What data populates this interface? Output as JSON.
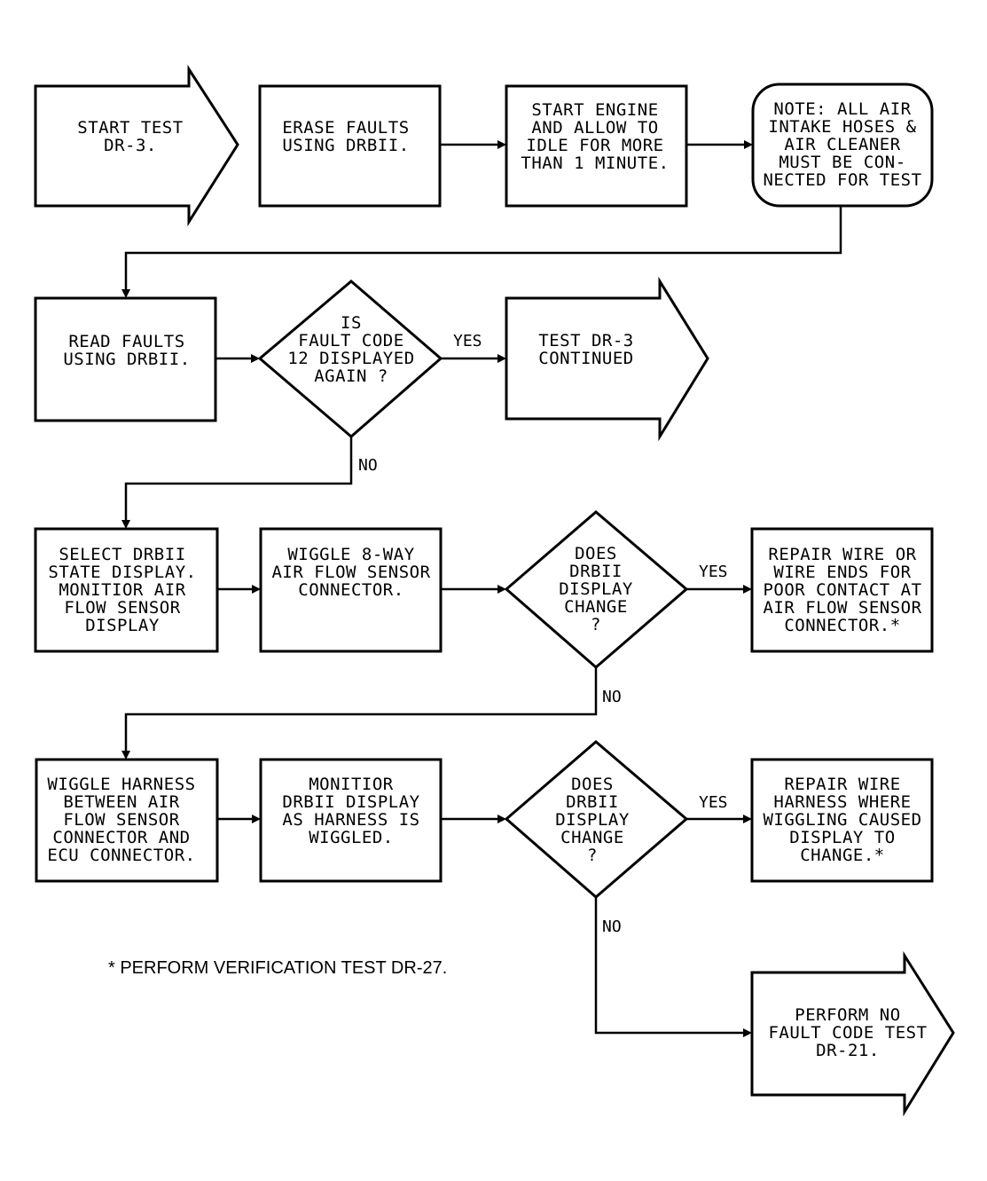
{
  "nodes": {
    "start_test": {
      "lines": [
        "START TEST",
        "DR-3."
      ]
    },
    "erase_faults": {
      "lines": [
        "ERASE FAULTS",
        "USING DRBII."
      ]
    },
    "start_engine": {
      "lines": [
        "START ENGINE",
        "AND ALLOW TO",
        "IDLE FOR MORE",
        "THAN 1 MINUTE."
      ]
    },
    "note_hoses": {
      "lines": [
        "NOTE: ALL AIR",
        "INTAKE HOSES &",
        "AIR CLEANER",
        "MUST BE CON-",
        "NECTED FOR TEST"
      ]
    },
    "read_faults": {
      "lines": [
        "READ FAULTS",
        "USING DRBII."
      ]
    },
    "fault12_decision": {
      "lines": [
        "IS",
        "FAULT CODE",
        "12 DISPLAYED",
        "AGAIN ?"
      ]
    },
    "test_continued": {
      "lines": [
        "TEST DR-3",
        "CONTINUED"
      ]
    },
    "select_state_display": {
      "lines": [
        "SELECT DRBII",
        "STATE DISPLAY.",
        "MONITIOR AIR",
        "FLOW SENSOR",
        "DISPLAY"
      ]
    },
    "wiggle_connector": {
      "lines": [
        "WIGGLE 8-WAY",
        "AIR FLOW SENSOR",
        "CONNECTOR."
      ]
    },
    "display_change_1": {
      "lines": [
        "DOES",
        "DRBII",
        "DISPLAY",
        "CHANGE",
        "?"
      ]
    },
    "repair_wire_ends": {
      "lines": [
        "REPAIR WIRE OR",
        "WIRE ENDS FOR",
        "POOR CONTACT AT",
        "AIR FLOW SENSOR",
        "CONNECTOR.*"
      ]
    },
    "wiggle_harness": {
      "lines": [
        "WIGGLE HARNESS",
        "BETWEEN AIR",
        "FLOW SENSOR",
        "CONNECTOR AND",
        "ECU CONNECTOR."
      ]
    },
    "monitor_display": {
      "lines": [
        "MONITIOR",
        "DRBII DISPLAY",
        "AS HARNESS IS",
        "WIGGLED."
      ]
    },
    "display_change_2": {
      "lines": [
        "DOES",
        "DRBII",
        "DISPLAY",
        "CHANGE",
        "?"
      ]
    },
    "repair_harness": {
      "lines": [
        "REPAIR WIRE",
        "HARNESS WHERE",
        "WIGGLING CAUSED",
        "DISPLAY TO",
        "CHANGE.*"
      ]
    },
    "perform_no_fault": {
      "lines": [
        "PERFORM NO",
        "FAULT CODE TEST",
        "DR-21."
      ]
    }
  },
  "edge_labels": {
    "yes_1": "YES",
    "no_1": "NO",
    "yes_2": "YES",
    "no_2": "NO",
    "yes_3": "YES",
    "no_3": "NO"
  },
  "footnote": "* PERFORM VERIFICATION TEST DR-27."
}
